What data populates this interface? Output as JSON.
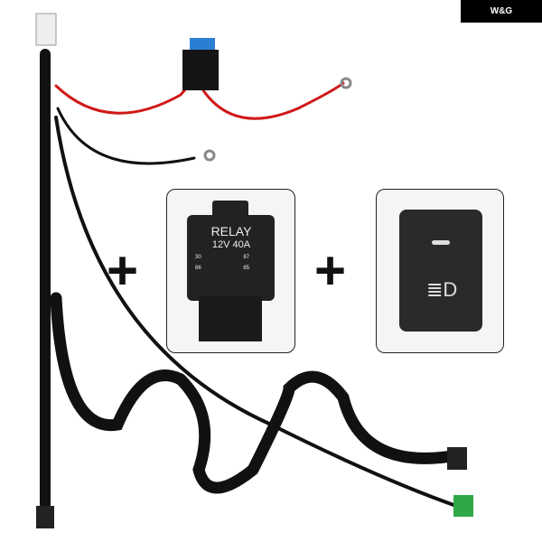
{
  "brand": {
    "logo_text": "W&G"
  },
  "relay": {
    "title": "RELAY",
    "rating": "12V 40A",
    "pins": [
      "30",
      "87",
      "86",
      "85"
    ]
  },
  "switch": {
    "icon": "fog-light-icon"
  },
  "colors": {
    "wire_red": "#d01818",
    "wire_black": "#111111",
    "connector_green": "#2fa84a",
    "fuse_blue": "#2a7fd4"
  }
}
